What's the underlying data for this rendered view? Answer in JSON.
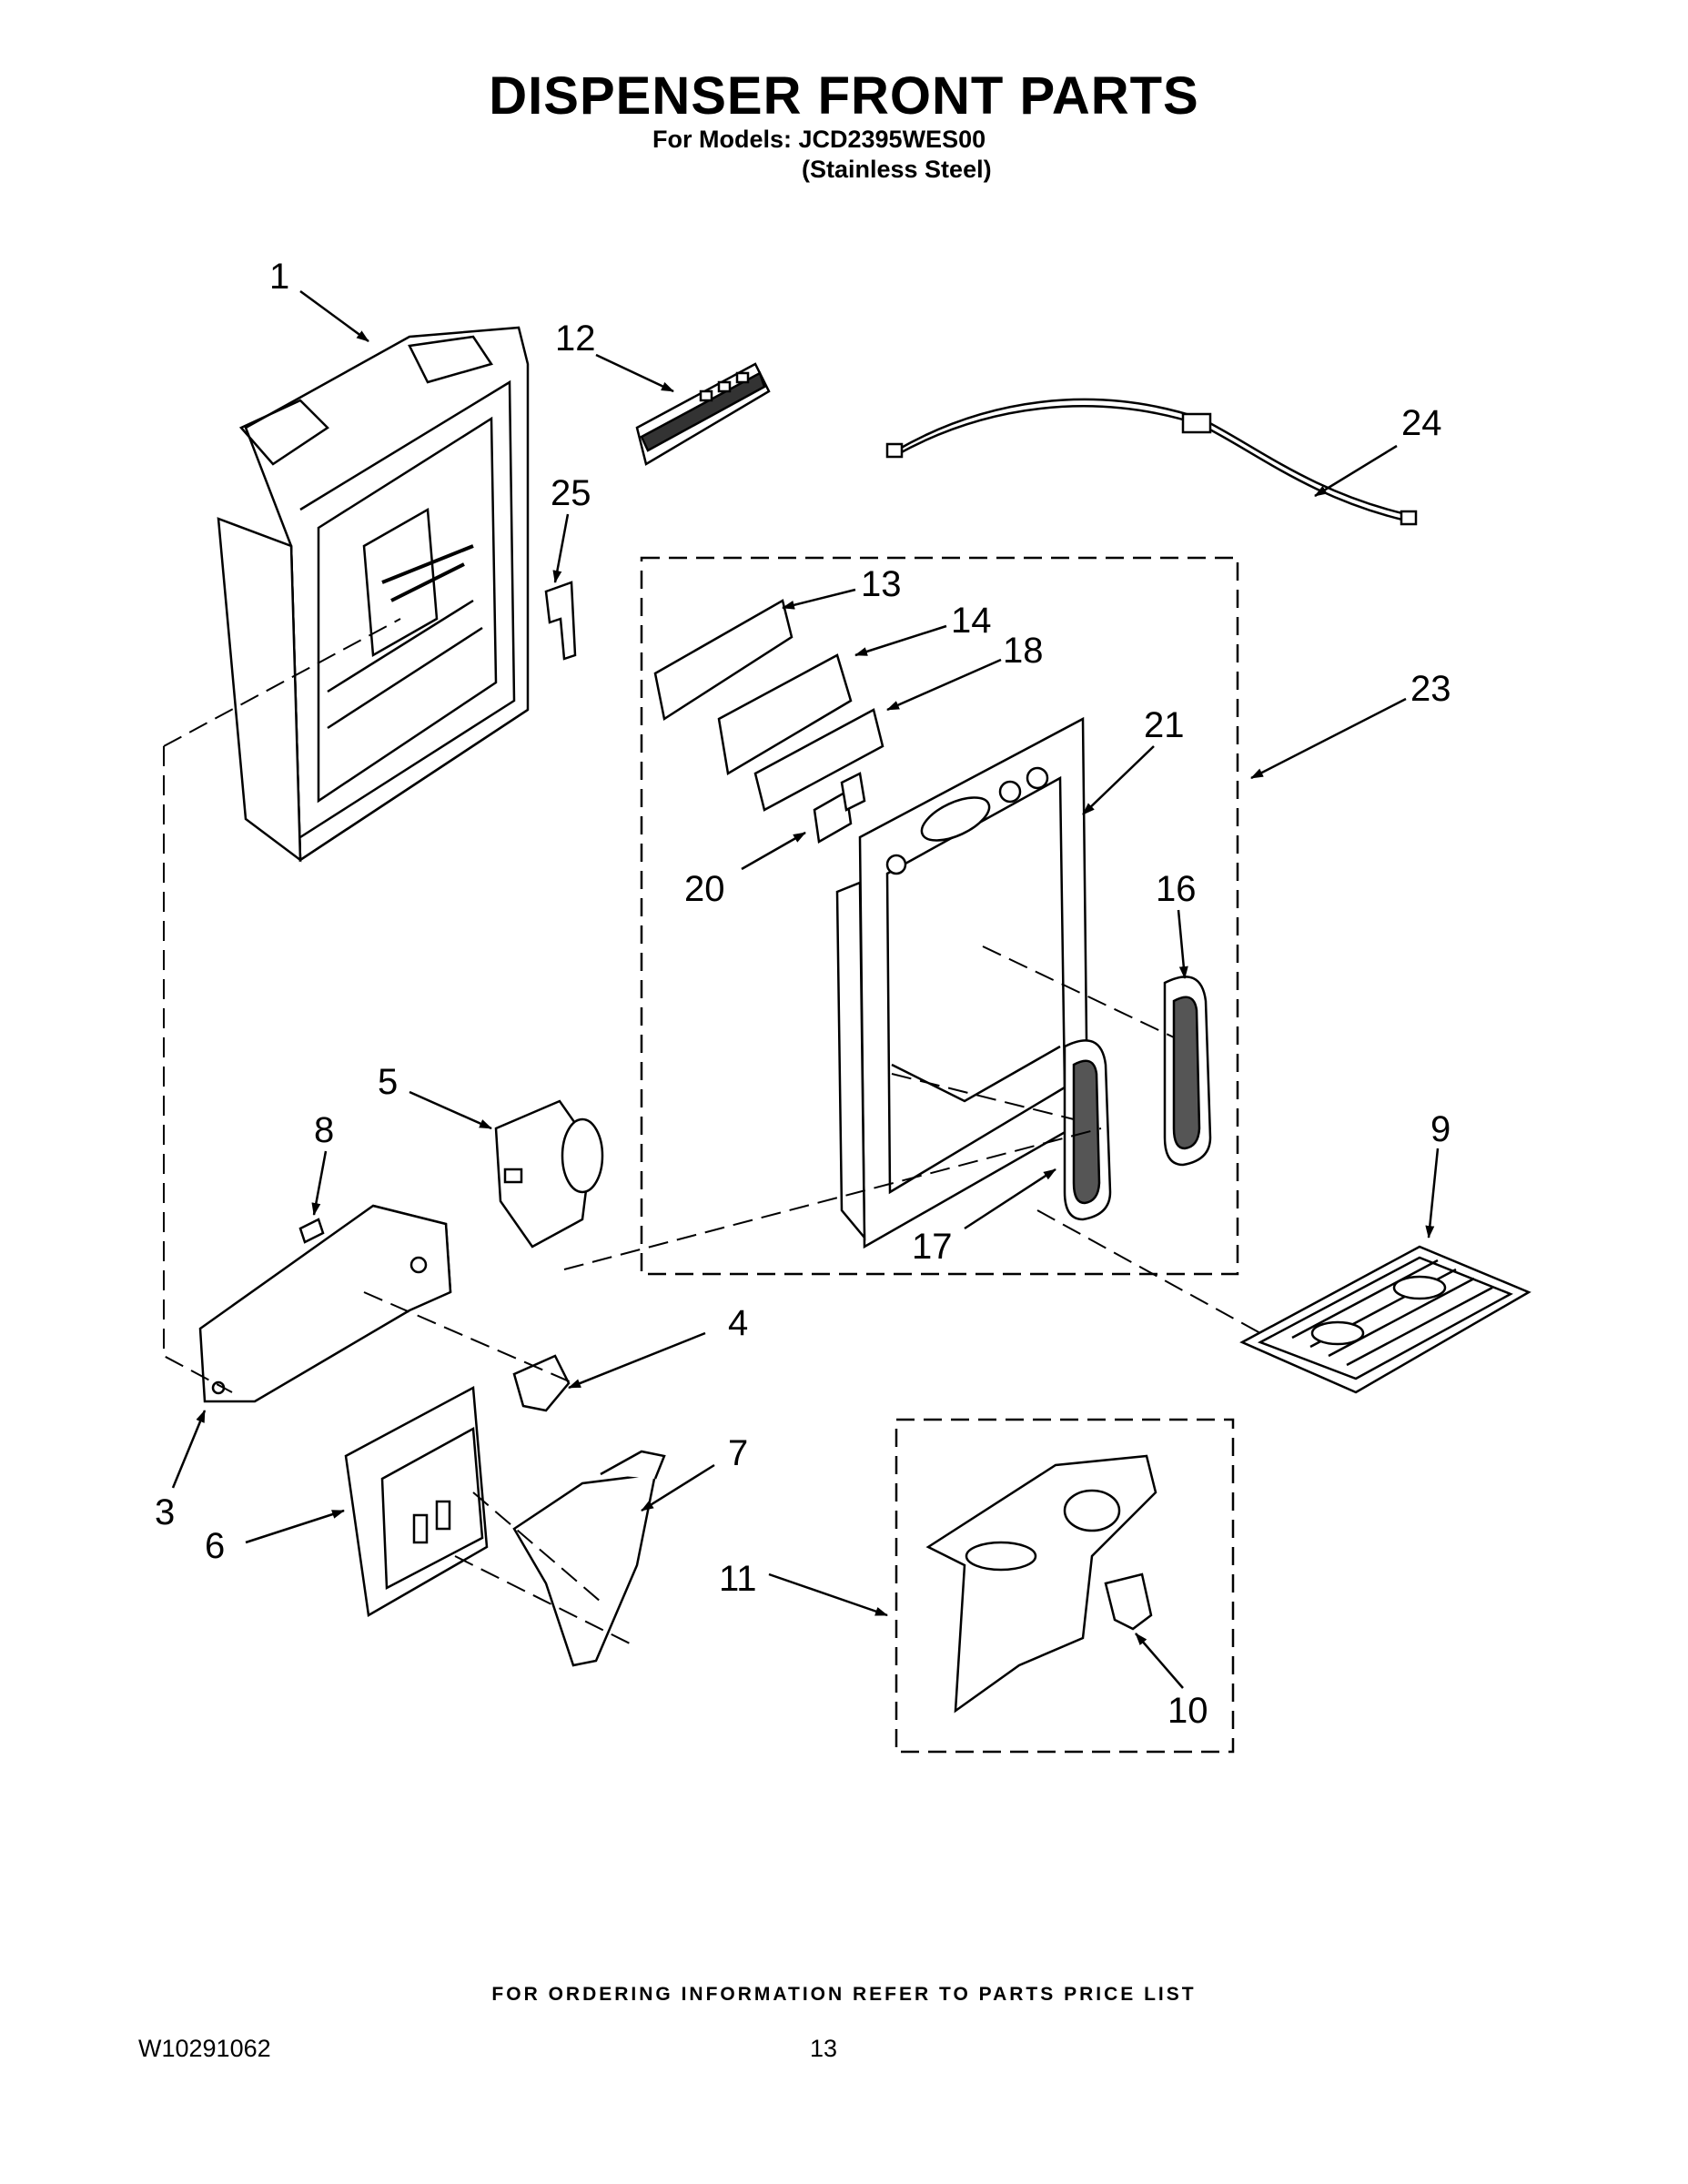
{
  "header": {
    "title": "DISPENSER FRONT PARTS",
    "models_line": "For Models: JCD2395WES00",
    "finish_line": "(Stainless Steel)"
  },
  "callouts": [
    "1",
    "12",
    "24",
    "25",
    "13",
    "14",
    "18",
    "23",
    "21",
    "20",
    "16",
    "5",
    "8",
    "9",
    "17",
    "4",
    "3",
    "7",
    "6",
    "11",
    "10"
  ],
  "footer": {
    "ordering_note": "FOR ORDERING INFORMATION REFER TO PARTS PRICE LIST",
    "document_number": "W10291062",
    "page_number": "13"
  }
}
